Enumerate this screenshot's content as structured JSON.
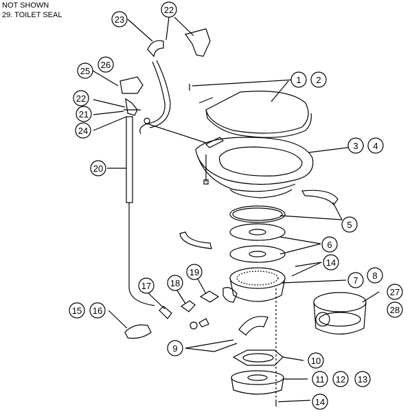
{
  "notes": {
    "line1": "NOT SHOWN",
    "line2": "29.  TOILET SEAL"
  },
  "callouts": {
    "c1": "1",
    "c2": "2",
    "c3": "3",
    "c4": "4",
    "c5": "5",
    "c6": "6",
    "c7": "7",
    "c8": "8",
    "c9": "9",
    "c10": "10",
    "c11": "11",
    "c12": "12",
    "c13": "13",
    "c14a": "14",
    "c14b": "14",
    "c15": "15",
    "c16": "16",
    "c17": "17",
    "c18": "18",
    "c19": "19",
    "c20": "20",
    "c21": "21",
    "c22a": "22",
    "c22b": "22",
    "c23": "23",
    "c24": "24",
    "c25": "25",
    "c26": "26",
    "c27": "27",
    "c28": "28"
  }
}
